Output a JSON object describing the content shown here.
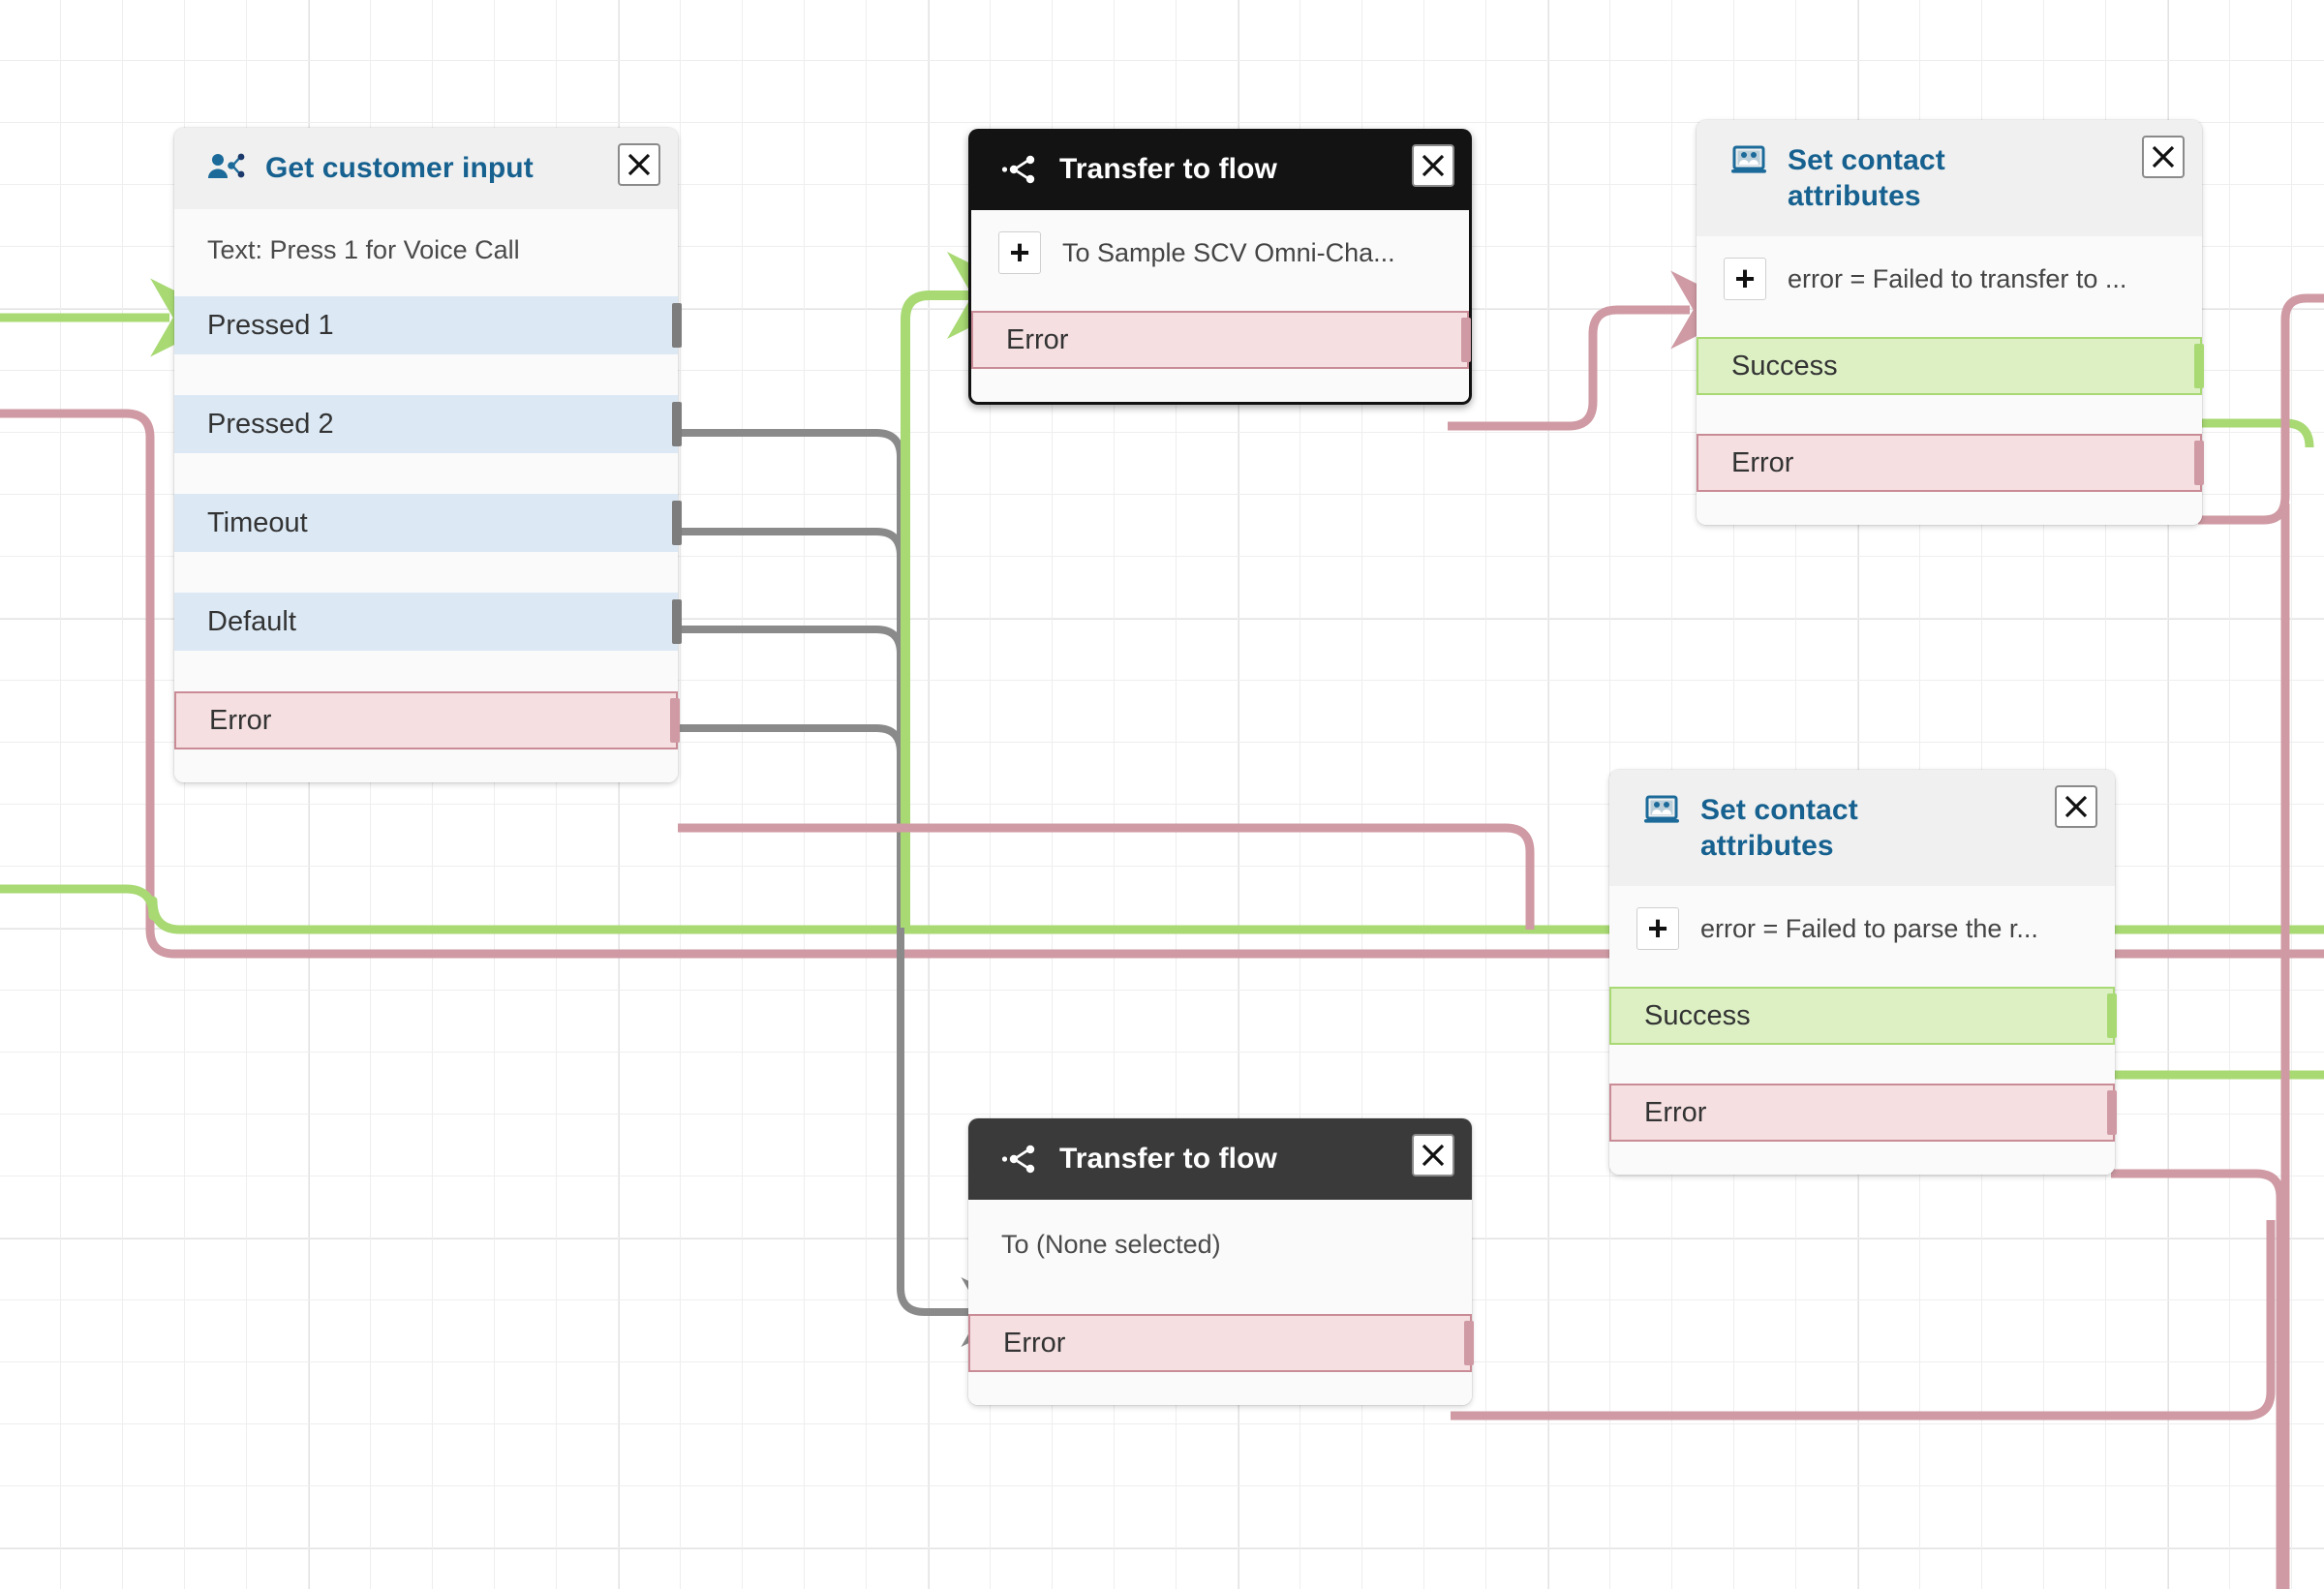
{
  "canvas": {
    "grid": "on",
    "background_color": "#ffffff",
    "grid_color": "#eeeeee"
  },
  "palette": {
    "accent_blue": "#16618f",
    "branch_blue_bg": "#dce9f5",
    "success_green_bg": "#dcf0c4",
    "success_green_border": "#a8d973",
    "error_red_bg": "#f5dfe1",
    "error_red_border": "#c98c96",
    "wire_gray": "#7d7d7d",
    "wire_green": "#a8d973",
    "wire_red": "#cf9aa3",
    "header_gray": "#f0f0f0",
    "header_black": "#131313",
    "header_dark_gray": "#3a3a3a"
  },
  "nodes": [
    {
      "id": "get-customer-input",
      "title": "Get customer input",
      "icon": "person-share-icon",
      "header_style": "light",
      "close_label": "×",
      "subline": "Text: Press 1 for Voice Call",
      "branches": [
        {
          "label": "Pressed 1",
          "kind": "blue",
          "port": "gray"
        },
        {
          "label": "Pressed 2",
          "kind": "blue",
          "port": "gray"
        },
        {
          "label": "Timeout",
          "kind": "blue",
          "port": "gray"
        },
        {
          "label": "Default",
          "kind": "blue",
          "port": "gray"
        },
        {
          "label": "Error",
          "kind": "red",
          "port": "redp"
        }
      ]
    },
    {
      "id": "transfer-to-flow-top",
      "title": "Transfer to flow",
      "icon": "transfer-flow-icon",
      "header_style": "black",
      "close_label": "×",
      "param": {
        "plus": "+",
        "text": "To Sample SCV Omni-Cha..."
      },
      "branches": [
        {
          "label": "Error",
          "kind": "red",
          "port": "redp"
        }
      ]
    },
    {
      "id": "set-contact-attributes-top",
      "title": "Set contact attributes",
      "icon": "contact-attributes-icon",
      "header_style": "light",
      "close_label": "×",
      "param": {
        "plus": "+",
        "text": "error = Failed to transfer to ..."
      },
      "branches": [
        {
          "label": "Success",
          "kind": "green",
          "port": "greenp"
        },
        {
          "label": "Error",
          "kind": "red",
          "port": "redp"
        }
      ]
    },
    {
      "id": "set-contact-attributes-bottom",
      "title": "Set contact attributes",
      "icon": "contact-attributes-icon",
      "header_style": "light",
      "close_label": "×",
      "param": {
        "plus": "+",
        "text": "error = Failed to parse the r..."
      },
      "branches": [
        {
          "label": "Success",
          "kind": "green",
          "port": "greenp"
        },
        {
          "label": "Error",
          "kind": "red",
          "port": "redp"
        }
      ]
    },
    {
      "id": "transfer-to-flow-bottom",
      "title": "Transfer to flow",
      "icon": "transfer-flow-icon",
      "header_style": "dark-gray",
      "close_label": "×",
      "subline": "To (None selected)",
      "branches": [
        {
          "label": "Error",
          "kind": "red",
          "port": "redp"
        }
      ]
    }
  ]
}
